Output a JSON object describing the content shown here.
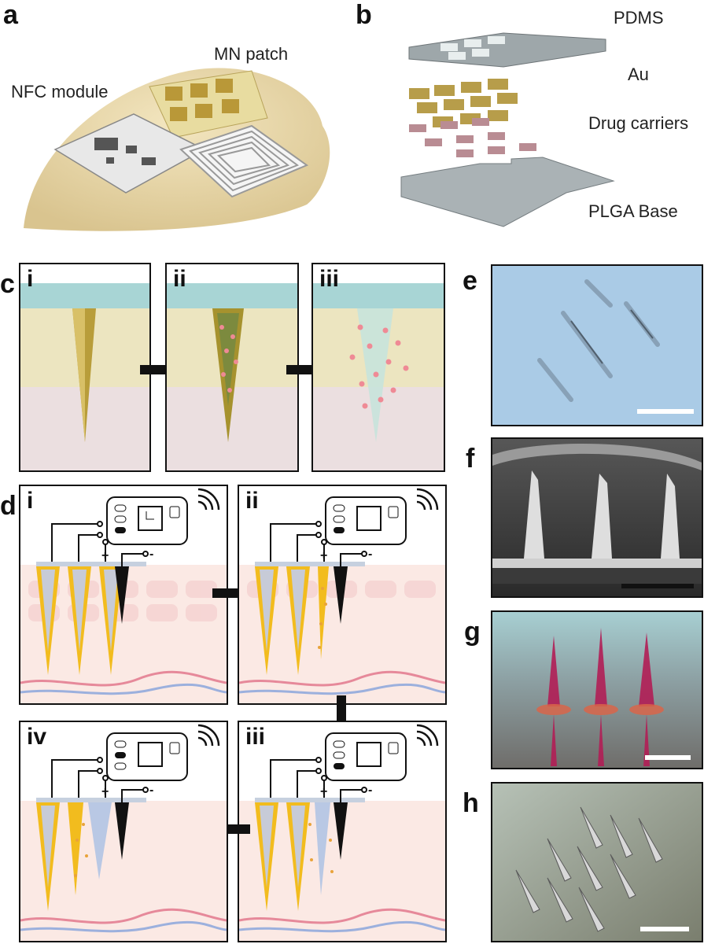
{
  "panel_a": {
    "letter": "a",
    "label_mn_patch": "MN patch",
    "label_nfc_module": "NFC module"
  },
  "panel_b": {
    "letter": "b",
    "layers": [
      "PDMS",
      "Au",
      "Drug carriers",
      "PLGA Base"
    ]
  },
  "panel_c": {
    "letter": "c",
    "steps": [
      "i",
      "ii",
      "iii"
    ]
  },
  "panel_d": {
    "letter": "d",
    "steps": [
      "i",
      "ii",
      "iii",
      "iv"
    ],
    "plus": "+",
    "minus": "-"
  },
  "panel_e": {
    "letter": "e"
  },
  "panel_f": {
    "letter": "f"
  },
  "panel_g": {
    "letter": "g"
  },
  "panel_h": {
    "letter": "h"
  },
  "colors": {
    "gold": "#e8b820",
    "gold_dark": "#8a6d2a",
    "skin_top": "#a8d5d5",
    "skin_mid": "#ece5c0",
    "skin_low": "#ebdfe0",
    "drug_dot": "#ef8a95",
    "blue_cone": "#b9c8e4",
    "tissue": "#fbe9e4"
  }
}
